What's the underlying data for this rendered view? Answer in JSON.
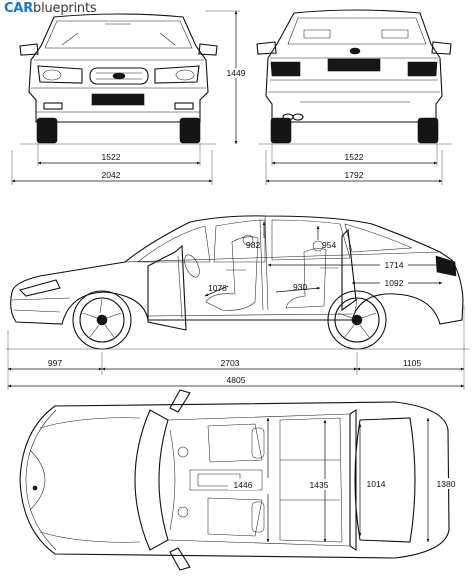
{
  "logo": {
    "car": "CAR",
    "blueprints": "blueprints",
    "brand_color": "#1a75c9"
  },
  "views": {
    "front": {
      "height": "1449",
      "track": "1522",
      "width": "2042"
    },
    "rear": {
      "track": "1522",
      "width": "1792"
    },
    "side": {
      "front_overhang": "997",
      "wheelbase": "2703",
      "rear_overhang": "1105",
      "length": "4805",
      "front_headroom": "982",
      "rear_headroom": "954",
      "front_legroom": "1078",
      "rear_legroom": "930",
      "interior_length": "1714",
      "trunk_length": "1092"
    },
    "top": {
      "front_shoulder": "1446",
      "rear_shoulder": "1435",
      "trunk_opening": "1014",
      "trunk_width": "1380"
    }
  }
}
